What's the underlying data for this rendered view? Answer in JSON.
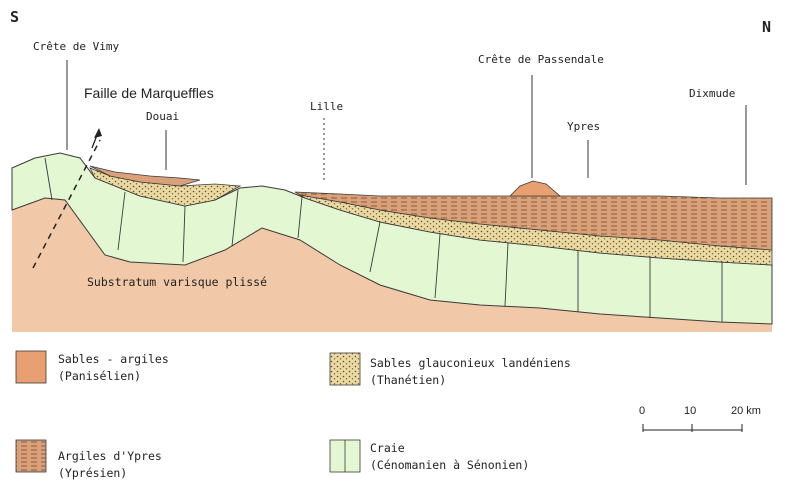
{
  "orientation": {
    "south": "S",
    "north": "N"
  },
  "places": {
    "vimy": "Crête de Vimy",
    "faille": "Faille de Marqueffles",
    "douai": "Douai",
    "lille": "Lille",
    "passendale": "Crête de Passendale",
    "ypres": "Ypres",
    "dixmude": "Dixmude"
  },
  "substratum_label": "Substratum varisque plissé",
  "legend": {
    "sables_argiles": {
      "line1": "Sables - argiles",
      "line2": "(Panisélien)"
    },
    "sables_glauconieux": {
      "line1": "Sables glauconieux landéniens",
      "line2": "(Thanétien)"
    },
    "argiles_ypres": {
      "line1": "Argiles d'Ypres",
      "line2": "(Yprésien)"
    },
    "craie": {
      "line1": "Craie",
      "line2": "(Cénomanien à Sénonien)"
    }
  },
  "scale": {
    "ticks": [
      "0",
      "10",
      "20 km"
    ]
  },
  "colors": {
    "substratum": "#f0c8a8",
    "craie": "#e3f7d2",
    "argiles": "#dba37c",
    "sables_glauconieux": "#e9d59a",
    "sables_argiles": "#e8a070"
  }
}
